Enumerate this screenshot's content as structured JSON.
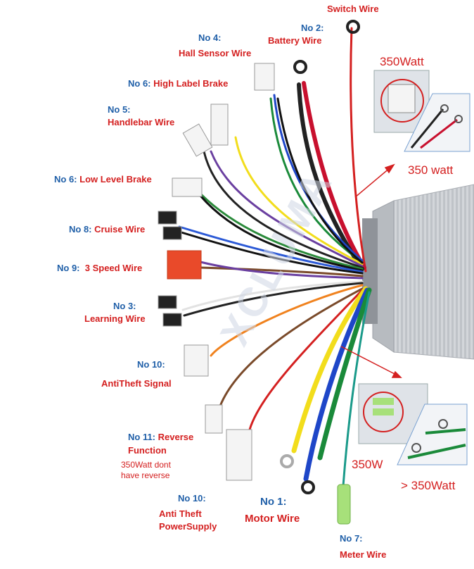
{
  "labels": {
    "switch": {
      "name": "Switch Wire"
    },
    "battery": {
      "num": "No 2:",
      "name": "Battery Wire"
    },
    "hall": {
      "num": "No 4:",
      "name": "Hall Sensor Wire"
    },
    "high_brake": {
      "num": "No 6:",
      "name": "High Label Brake"
    },
    "handlebar": {
      "num": "No 5:",
      "name": "Handlebar Wire"
    },
    "low_brake": {
      "num": "No 6:",
      "name": "Low Level Brake"
    },
    "cruise": {
      "num": "No 8:",
      "name": "Cruise Wire"
    },
    "speed": {
      "num": "No 9:",
      "name": "3 Speed Wire"
    },
    "learning": {
      "num": "No 3:",
      "name": "Learning Wire"
    },
    "antitheft_signal": {
      "num": "No 10:",
      "name": "AntiTheft Signal"
    },
    "reverse": {
      "num": "No 11:",
      "name": "Reverse",
      "name2": "Function",
      "note1": "350Watt dont",
      "note2": "have reverse"
    },
    "antitheft_power": {
      "num": "No 10:",
      "name": "Anti Theft",
      "name2": "PowerSupply"
    },
    "motor": {
      "num": "No 1:",
      "name": "Motor Wire"
    },
    "meter": {
      "num": "No 7:",
      "name": "Meter Wire"
    }
  },
  "callouts": {
    "top_inset_title": "350Watt",
    "top_arrow_label": "350 watt",
    "bottom_inset_label": "350W",
    "bottom_arrow_label": "> 350Watt"
  },
  "watermark": "XCLUMA",
  "colors": {
    "number_blue": "#1f5fa8",
    "name_red": "#d42020",
    "controller_silver": "#c9ccd1"
  }
}
